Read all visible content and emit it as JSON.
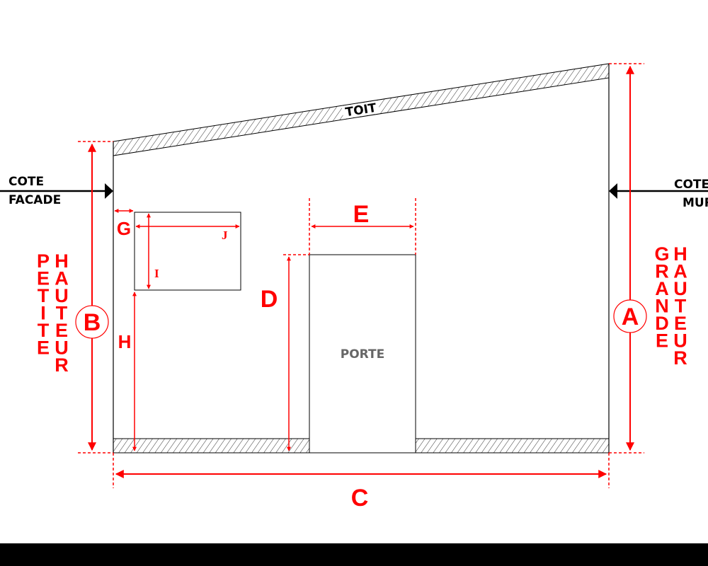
{
  "labels": {
    "roof": "TOIT",
    "door": "PORTE",
    "facade_side": [
      "COTE",
      "FACADE"
    ],
    "wall_side": [
      "COTE",
      "MUR"
    ],
    "small_height": [
      "PETITE",
      "HAUTEUR"
    ],
    "large_height": [
      "GRANDE",
      "HAUTEUR"
    ]
  },
  "dimensions": {
    "A": "A",
    "B": "B",
    "C": "C",
    "D": "D",
    "E": "E",
    "G": "G",
    "H": "H",
    "I": "I",
    "J": "J"
  },
  "colors": {
    "dimension": "#ff0000",
    "structure": "#000000"
  }
}
